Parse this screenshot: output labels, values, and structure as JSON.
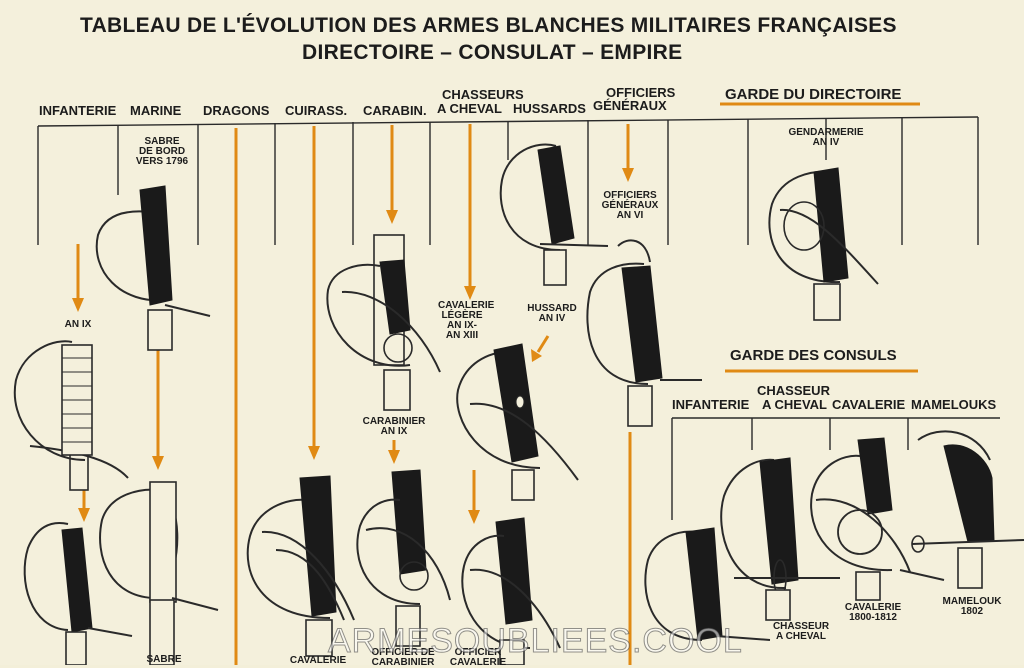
{
  "title": {
    "line1": "TABLEAU DE L'ÉVOLUTION DES ARMES BLANCHES MILITAIRES FRANÇAISES",
    "line2": "DIRECTOIRE – CONSULAT – EMPIRE"
  },
  "columns": {
    "infanterie": "INFANTERIE",
    "marine": "MARINE",
    "dragons": "DRAGONS",
    "cuirass": "CUIRASS.",
    "carabin": "CARABIN.",
    "chasseurs_l1": "CHASSEURS",
    "chasseurs_l2": "A CHEVAL",
    "hussards": "HUSSARDS",
    "officiers_l1": "OFFICIERS",
    "officiers_l2": "GÉNÉRAUX"
  },
  "sections": {
    "garde_directoire": "GARDE DU DIRECTOIRE",
    "garde_consuls": "GARDE DES CONSULS"
  },
  "consuls_columns": {
    "infanterie": "INFANTERIE",
    "chasseur_l1": "CHASSEUR",
    "chasseur_l2": "A CHEVAL",
    "cavalerie": "CAVALERIE",
    "mamelouks": "MAMELOUKS"
  },
  "labels": {
    "sabre_bord": [
      "SABRE",
      "DE BORD",
      "VERS 1796"
    ],
    "an_ix_inf": "AN IX",
    "gendarmerie": [
      "GENDARMERIE",
      "AN IV"
    ],
    "officiers_gen": [
      "OFFICIERS",
      "GÉNÉRAUX",
      "AN VI"
    ],
    "cav_legere": [
      "CAVALERIE",
      "LÉGÈRE",
      "AN IX-",
      "AN XIII"
    ],
    "hussard": [
      "HUSSARD",
      "AN IV"
    ],
    "carabinier": [
      "CARABINIER",
      "AN IX"
    ],
    "chasseur_cheval": [
      "CHASSEUR",
      "A CHEVAL"
    ],
    "cavalerie_1800": [
      "CAVALERIE",
      "1800-1812"
    ],
    "mamelouk": [
      "MAMELOUK",
      "1802"
    ],
    "bottom_sabre": "SABRE",
    "bottom_cavalerie": "CAVALERIE",
    "bottom_officier_carabinier": [
      "OFFICIER DE",
      "CARABINIER"
    ],
    "bottom_officier_cavalerie": [
      "OFFICIER",
      "CAVALERIE"
    ]
  },
  "watermark": "ARMESOUBLIEES.COOL",
  "colors": {
    "background": "#f4f0dc",
    "accent_orange": "#e08a14",
    "ink": "#1c1c1c"
  }
}
